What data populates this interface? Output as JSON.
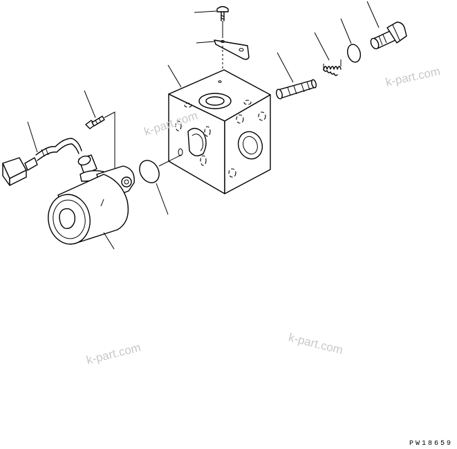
{
  "watermark": "k-part.com",
  "drawing_code": "PW18659",
  "parts": [
    {
      "name": "bolt"
    },
    {
      "name": "plate"
    },
    {
      "name": "valve-block"
    },
    {
      "name": "spool"
    },
    {
      "name": "spring"
    },
    {
      "name": "o-ring"
    },
    {
      "name": "plug"
    },
    {
      "name": "solenoid-bolt"
    },
    {
      "name": "solenoid-connector"
    },
    {
      "name": "solenoid"
    },
    {
      "name": "o-ring-large"
    }
  ]
}
